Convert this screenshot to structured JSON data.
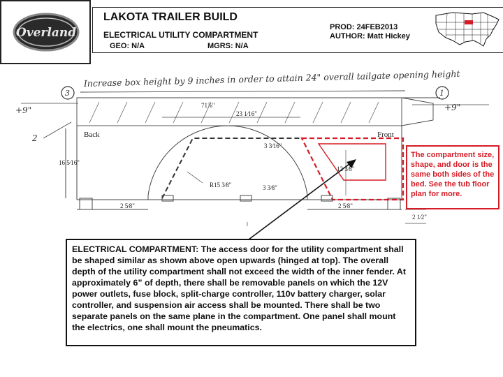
{
  "header": {
    "title": "LAKOTA TRAILER BUILD",
    "subtitle": "ELECTRICAL UTILITY COMPARTMENT",
    "geo": "GEO: N/A",
    "mgrs": "MGRS: N/A",
    "prod": "PROD: 24FEB2013",
    "author": "AUTHOR: Matt Hickey"
  },
  "logo": {
    "text": "Overland"
  },
  "map": {
    "highlight_color": "#d51c26"
  },
  "drawing": {
    "handwritten_note": "Increase box height by 9 inches in order to attain 24\" overall tailgate opening height",
    "plus_left": "+9\"",
    "plus_right": "+9\"",
    "marker_left": "3",
    "marker_right": "1",
    "marker_2": "2",
    "label_back": "Back",
    "label_front": "Front",
    "dims": {
      "top_width": "71⅞\"",
      "inner_width": "23 1⁄16\"",
      "height": "16 5⁄16\"",
      "door_depth": "3 3⁄16\"",
      "radius": "R15 3⁄8\"",
      "slope": "3 3⁄8\"",
      "door_height": "12 3⁄8\"",
      "left_bottom": "2 5⁄8\"",
      "right_bottom": "2 5⁄8\"",
      "right_low": "2 1⁄2\""
    },
    "colors": {
      "red": "#d51c26",
      "line": "#333333"
    }
  },
  "side_note": "The compartment size, shape, and door is the same both sides of the bed.  See the tub floor plan for more.",
  "main_note": "ELECTRICAL COMPARTMENT:  The access door for the utility compartment shall be shaped similar as shown above open upwards (hinged at top).  The overall depth of the utility compartment shall not exceed the width of the inner fender.   At approximately 6” of depth, there shall be removable panels on which the 12V power outlets, fuse block, split-charge controller, 110v battery charger, solar controller, and suspension air access shall be mounted. There shall be two separate panels on the same plane in the compartment.  One panel shall mount the electrics, one shall mount the pneumatics."
}
